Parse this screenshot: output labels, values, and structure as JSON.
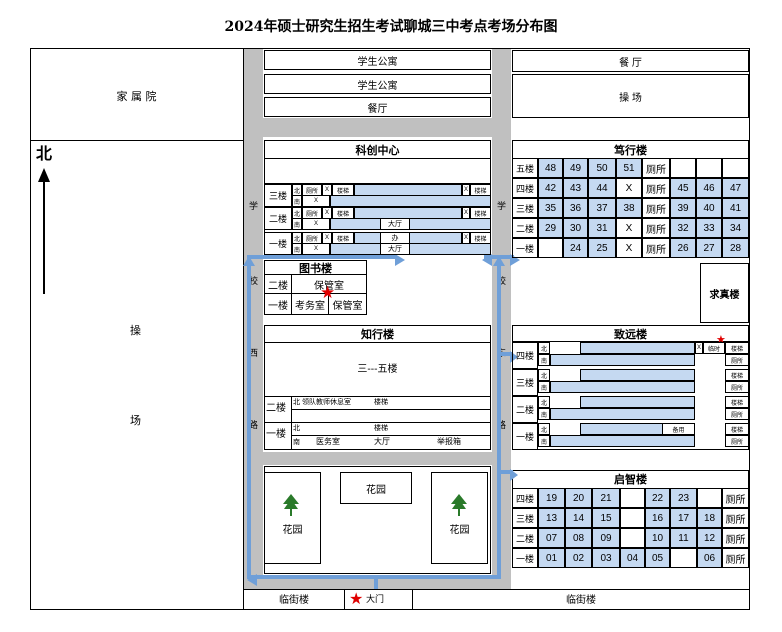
{
  "title": "2024年硕士研究生招生考试聊城三中考点考场分布图",
  "north": "北",
  "west": {
    "jiashu": "家 属 院",
    "caochang1": "操",
    "caochang2": "场"
  },
  "roads": {
    "xue": "学",
    "xiao": "校",
    "xi": "西",
    "lu": "路",
    "dong": "东"
  },
  "top": {
    "dorm1": "学生公寓",
    "dorm2": "学生公寓",
    "canteen": "餐厅",
    "canteen2": "餐 厅",
    "playground": "操 场"
  },
  "kechuang": {
    "name": "科创中心",
    "f3": "三楼",
    "f2": "二楼",
    "f1": "一楼",
    "n": "北",
    "s": "南",
    "toilet": "厕所",
    "x": "X",
    "stairs": "楼梯",
    "hall": "大厅",
    "office": "办"
  },
  "library": {
    "name": "图书楼",
    "f2": "二楼",
    "f1": "一楼",
    "storage": "保管室",
    "exam_office": "考务室"
  },
  "zhixing": {
    "name": "知行楼",
    "upper": "三---五楼",
    "f2": "二楼",
    "f1": "一楼",
    "n": "北",
    "s": "南",
    "lounge": "领队教师休息室",
    "stairs": "楼梯",
    "clinic": "医务室",
    "hall": "大厅",
    "report": "举报箱"
  },
  "garden": {
    "center": "花园",
    "left": "花园",
    "right": "花园"
  },
  "duxing": {
    "name": "笃行楼",
    "floors": [
      {
        "label": "五楼",
        "cells": [
          "48",
          "49",
          "50",
          "51",
          "厕所",
          "",
          "",
          "",
          ""
        ]
      },
      {
        "label": "四楼",
        "cells": [
          "42",
          "43",
          "44",
          "X",
          "厕所",
          "45",
          "46",
          "47"
        ]
      },
      {
        "label": "三楼",
        "cells": [
          "35",
          "36",
          "37",
          "38",
          "厕所",
          "39",
          "40",
          "41"
        ]
      },
      {
        "label": "二楼",
        "cells": [
          "29",
          "30",
          "31",
          "X",
          "厕所",
          "32",
          "33",
          "34"
        ]
      },
      {
        "label": "一楼",
        "cells": [
          "",
          "24",
          "25",
          "X",
          "厕所",
          "26",
          "27",
          "28"
        ]
      }
    ]
  },
  "qiuzhen": "求真楼",
  "zhiyuan": {
    "name": "致远楼",
    "floors": [
      "四楼",
      "三楼",
      "二楼",
      "一楼"
    ],
    "n": "北",
    "s": "南",
    "stairs": "楼梯",
    "toilet": "厕所",
    "x": "X",
    "monitor": "临时",
    "spare": "备用"
  },
  "qizhi": {
    "name": "启智楼",
    "floors": [
      {
        "label": "四楼",
        "cells": [
          "19",
          "20",
          "21",
          "",
          "22",
          "23",
          "",
          "厕所"
        ]
      },
      {
        "label": "三楼",
        "cells": [
          "13",
          "14",
          "15",
          "",
          "16",
          "17",
          "18",
          "厕所"
        ]
      },
      {
        "label": "二楼",
        "cells": [
          "07",
          "08",
          "09",
          "",
          "10",
          "11",
          "12",
          "厕所"
        ]
      },
      {
        "label": "一楼",
        "cells": [
          "01",
          "02",
          "03",
          "04",
          "05",
          "",
          "06",
          "厕所"
        ]
      }
    ]
  },
  "bottom": {
    "left": "临街楼",
    "gate": "大门",
    "right": "临街楼"
  }
}
